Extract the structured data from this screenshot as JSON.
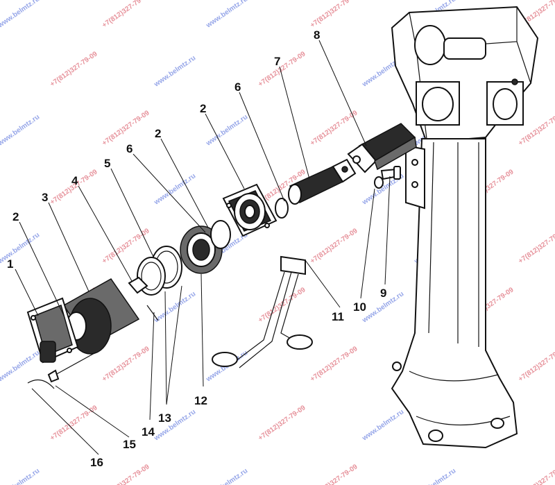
{
  "diagram": {
    "callouts": [
      "1",
      "2",
      "3",
      "4",
      "5",
      "6",
      "2",
      "6",
      "2",
      "7",
      "8",
      "9",
      "10",
      "11",
      "12",
      "13",
      "14",
      "15",
      "16"
    ],
    "watermarks": [
      "www.belmtz.ru",
      "+7(812)327-79-09"
    ]
  },
  "colors": {
    "ink": "#111111",
    "watermark_site": "#3d5bd6",
    "watermark_phone": "#d33a4a"
  }
}
